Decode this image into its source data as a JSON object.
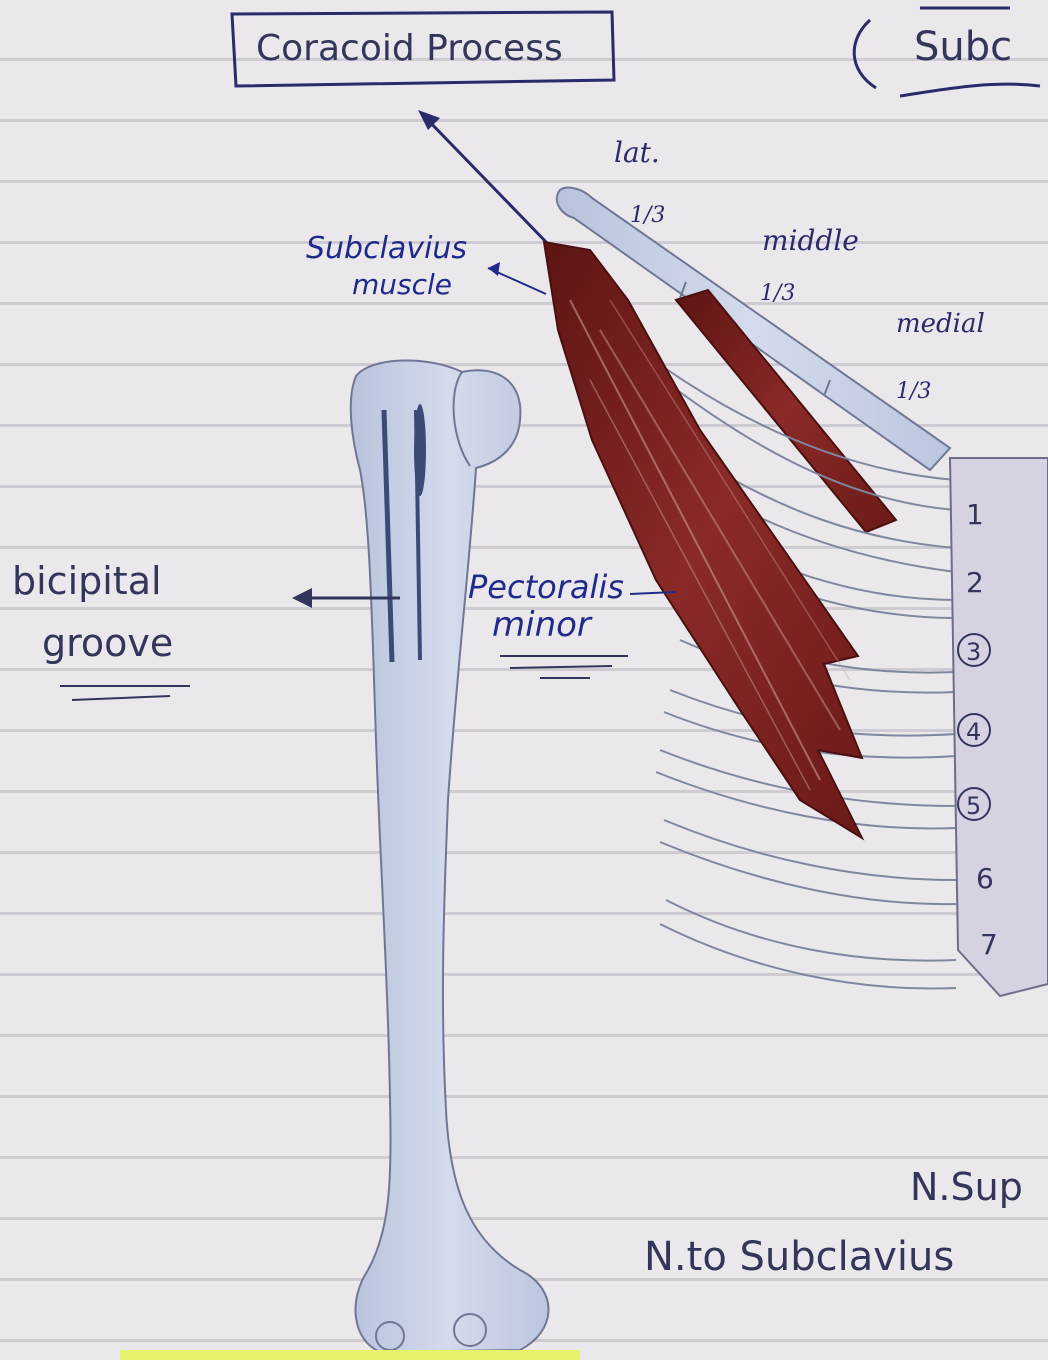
{
  "labels": {
    "coracoid_process": "Coracoid Process",
    "subclavius_header": "Subc",
    "lateral": "lat.",
    "lateral_fraction": "1/3",
    "middle": "middle",
    "middle_fraction": "1/3",
    "medial": "medial",
    "medial_fraction": "1/3",
    "subclavius_muscle_line1": "Subclavius",
    "subclavius_muscle_line2": "muscle",
    "bicipital_line1": "bicipital",
    "bicipital_line2": "groove",
    "pectoralis_line1": "Pectoralis",
    "pectoralis_line2": "minor",
    "nerve_supra": "N.Sup",
    "nerve_subclavius": "N.to Subclavius"
  },
  "ribs": [
    "1",
    "2",
    "3",
    "4",
    "5",
    "6",
    "7"
  ],
  "colors": {
    "muscle": "#7a1f1f",
    "bone": "#c9d2e6",
    "ink": "#2b2a6b",
    "blue_ink": "#1f2a8a"
  }
}
